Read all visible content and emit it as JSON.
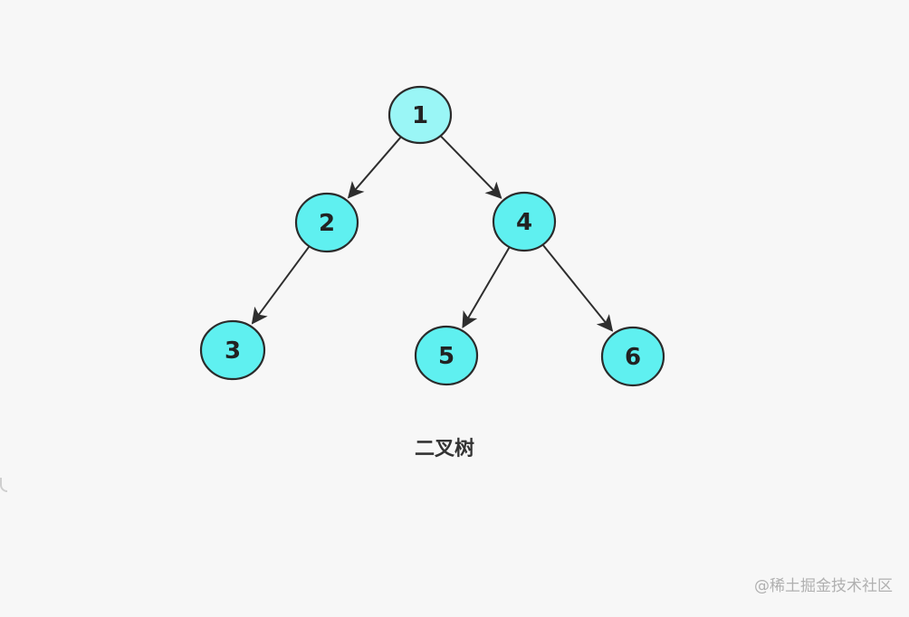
{
  "diagram": {
    "caption": "二叉树",
    "colors": {
      "node_fill": "#5ff0f0",
      "root_fill": "#9af6f6",
      "node_stroke": "#2b2b2b",
      "edge": "#2e2e2e",
      "text": "#222222"
    },
    "nodes": [
      {
        "id": "n1",
        "label": "1"
      },
      {
        "id": "n2",
        "label": "2"
      },
      {
        "id": "n4",
        "label": "4"
      },
      {
        "id": "n3",
        "label": "3"
      },
      {
        "id": "n5",
        "label": "5"
      },
      {
        "id": "n6",
        "label": "6"
      }
    ],
    "edges": [
      {
        "from": "n1",
        "to": "n2"
      },
      {
        "from": "n1",
        "to": "n4"
      },
      {
        "from": "n2",
        "to": "n3"
      },
      {
        "from": "n4",
        "to": "n5"
      },
      {
        "from": "n4",
        "to": "n6"
      }
    ]
  },
  "watermark": "@稀土掘金技术社区"
}
